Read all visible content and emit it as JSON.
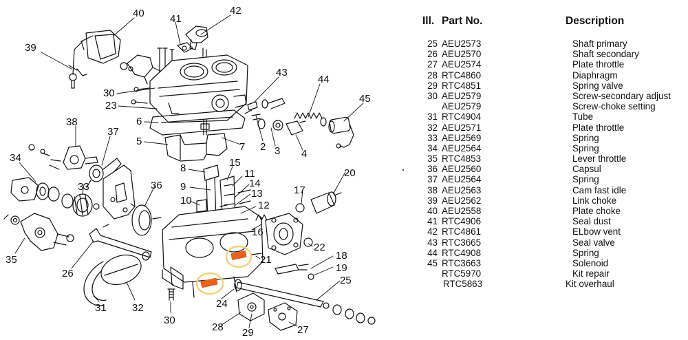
{
  "diagram": {
    "callouts": [
      "40",
      "41",
      "42",
      "39",
      "43",
      "44",
      "45",
      "30",
      "23",
      "6",
      "5",
      "7",
      "2",
      "3",
      "4",
      "38",
      "37",
      "34",
      "33",
      "36",
      "8",
      "9",
      "15",
      "11",
      "14",
      "13",
      "10",
      "12",
      "17",
      "20",
      "16",
      "22",
      "18",
      "19",
      "21",
      "25",
      "35",
      "26",
      "31",
      "32",
      "24",
      "30",
      "28",
      "29",
      "27"
    ]
  },
  "parts_table": {
    "headers": {
      "ill": "Ill.",
      "part_no": "Part No.",
      "description": "Description"
    },
    "rows": [
      {
        "ill": "25",
        "part": "AEU2573",
        "desc": "Shaft primary"
      },
      {
        "ill": "26",
        "part": "AEU2570",
        "desc": "Shaft secondary"
      },
      {
        "ill": "27",
        "part": "AEU2574",
        "desc": "Plate throttle"
      },
      {
        "ill": "28",
        "part": "RTC4860",
        "desc": "Diaphragm"
      },
      {
        "ill": "29",
        "part": "RTC4851",
        "desc": "Spring valve"
      },
      {
        "ill": "30",
        "part": "AEU2579",
        "desc": "Screw-secondary adjust"
      },
      {
        "ill": "",
        "part": "AEU2579",
        "desc": "Screw-choke setting"
      },
      {
        "ill": "31",
        "part": "RTC4904",
        "desc": "Tube"
      },
      {
        "ill": "32",
        "part": "AEU2571",
        "desc": "Plate throttle"
      },
      {
        "ill": "33",
        "part": "AEU2569",
        "desc": "Spring"
      },
      {
        "ill": "34",
        "part": "AEU2564",
        "desc": "Spring"
      },
      {
        "ill": "35",
        "part": "RTC4853",
        "desc": "Lever throttle"
      },
      {
        "ill": "36",
        "part": "AEU2560",
        "desc": "Capsul"
      },
      {
        "ill": "37",
        "part": "AEU2564",
        "desc": "Spring"
      },
      {
        "ill": "38",
        "part": "AEU2563",
        "desc": "Cam fast idle"
      },
      {
        "ill": "39",
        "part": "AEU2562",
        "desc": "Link choke"
      },
      {
        "ill": "40",
        "part": "AEU2558",
        "desc": "Plate choke"
      },
      {
        "ill": "41",
        "part": "RTC4906",
        "desc": "Seal dust"
      },
      {
        "ill": "42",
        "part": "RTC4861",
        "desc": "ELbow vent"
      },
      {
        "ill": "43",
        "part": "RTC3665",
        "desc": "Seal valve"
      },
      {
        "ill": "44",
        "part": "RTC4908",
        "desc": "Spring"
      },
      {
        "ill": "45",
        "part": "RTC3663",
        "desc": "Solenoid"
      },
      {
        "ill": "",
        "part": "RTC5970",
        "desc": "Kit repair"
      },
      {
        "ill": "",
        "part": "RTC5863",
        "desc": "Kit overhaul"
      }
    ]
  },
  "colors": {
    "highlight_ring": "#f2d27a",
    "highlight_part": "#e8601c",
    "ink": "#111111"
  }
}
